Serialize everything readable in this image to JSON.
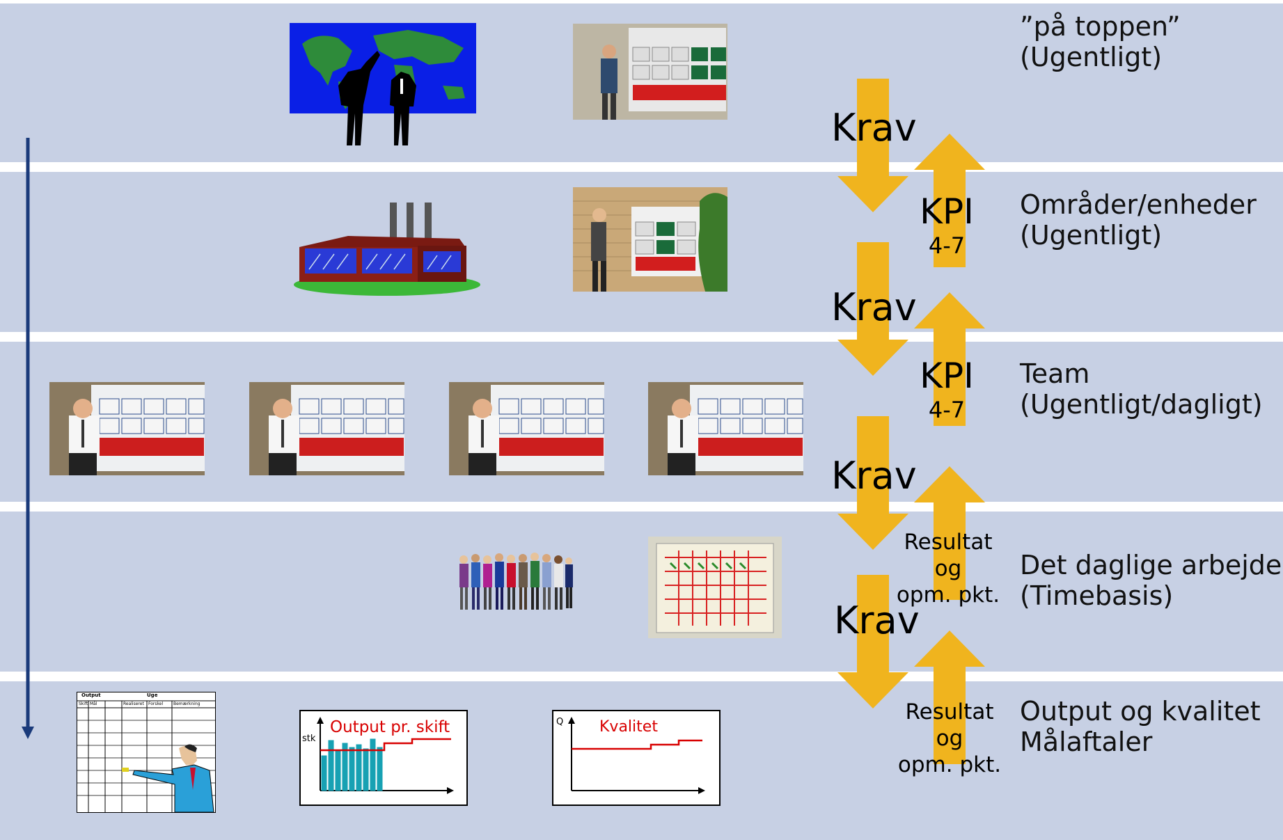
{
  "levels": [
    {
      "line1": "”på toppen”",
      "line2": "(Ugentligt)"
    },
    {
      "line1": "Områder/enheder",
      "line2": "(Ugentligt)"
    },
    {
      "line1": "Team",
      "line2": "(Ugentligt/dagligt)"
    },
    {
      "line1": "Det daglige arbejde",
      "line2": "(Timebasis)"
    },
    {
      "line1": "Output og kvalitet",
      "line2": "Målaftaler"
    }
  ],
  "flows": {
    "krav": "Krav",
    "kpi": "KPI",
    "kpi_range": "4-7",
    "result_line1": "Resultat",
    "result_line2": "og",
    "result_line3": "opm. pkt."
  },
  "charts": {
    "output_title": "Output pr. skift",
    "output_ylabel": "stk",
    "quality_title": "Kvalitet",
    "quality_ylabel": "Q"
  },
  "form": {
    "header_left": "Output",
    "header_right": "Uge",
    "col1": "Skift",
    "col2": "Mål",
    "col3": "Realiseret",
    "col4": "Forskel",
    "col5": "Bemærkning"
  },
  "colors": {
    "band": "#c7d0e4",
    "arrow": "#f0b41e",
    "line": "#1a3a7a",
    "chart_red": "#d80000",
    "chart_bar": "#17a1b3"
  }
}
